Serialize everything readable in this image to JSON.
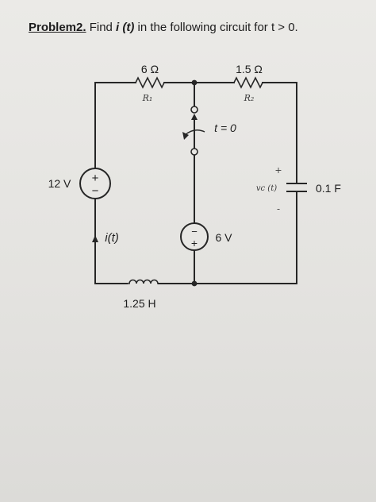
{
  "problem": {
    "label": "Problem2.",
    "text_before": " Find ",
    "variable": "i (t)",
    "text_after": " in the following circuit for t > 0."
  },
  "circuit": {
    "r1": {
      "value": "6 Ω",
      "tag": "R₁"
    },
    "r2": {
      "value": "1.5 Ω",
      "tag": "R₂"
    },
    "switch": {
      "label": "t = 0"
    },
    "source_left": {
      "value": "12 V",
      "plus": "+",
      "minus": "−"
    },
    "source_middle": {
      "value": "6 V",
      "plus": "+",
      "minus": "−"
    },
    "current": {
      "label": "i(t)"
    },
    "inductor": {
      "value": "1.25 H"
    },
    "capacitor": {
      "value": "0.1 F",
      "voltage": "vc (t)",
      "plus": "+",
      "minus": "-"
    }
  }
}
